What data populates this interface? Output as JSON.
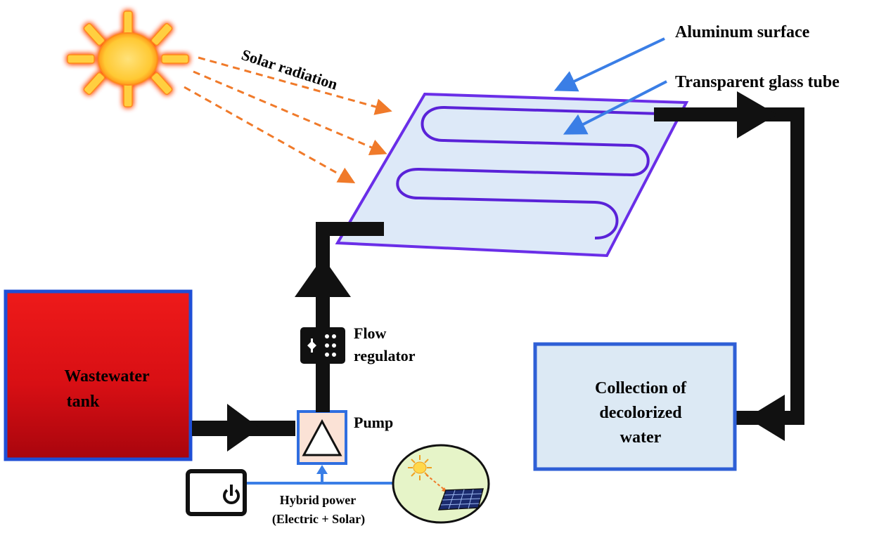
{
  "labels": {
    "solar_radiation": "Solar radiation",
    "aluminum_surface": "Aluminum surface",
    "transparent_glass_tube": "Transparent glass tube",
    "wastewater_line1": "Wastewater",
    "wastewater_line2": "tank",
    "flow_line1": "Flow",
    "flow_line2": "regulator",
    "pump": "Pump",
    "hybrid_line1": "Hybrid power",
    "hybrid_line2": "(Electric + Solar)",
    "collection_line1": "Collection of",
    "collection_line2": "decolorized",
    "collection_line3": "water"
  },
  "colors": {
    "panel_outline": "#6a2ee8",
    "panel_fill": "#dde9f8",
    "glass_tube": "#5a22d8",
    "pipe": "#111111",
    "pointer_arrow": "#3a7ee6",
    "radiation_arrow": "#f07a2a",
    "tank_top": "#ee1a1a",
    "tank_bottom": "#a8050d",
    "tank_border": "#1f4fd6",
    "collection_fill": "#dce9f4",
    "collection_border": "#2e5fd6",
    "pump_fill": "#fbe2d6",
    "pump_border": "#2f6ee0",
    "sun_core": "#ffd24a",
    "sun_glow": "#ff5a00",
    "mini_panel_bg": "#e6f4c8"
  },
  "icons": [
    "sun-icon",
    "power-icon",
    "flow-regulator-icon",
    "pump-triangle-icon",
    "solar-panel-icon"
  ]
}
